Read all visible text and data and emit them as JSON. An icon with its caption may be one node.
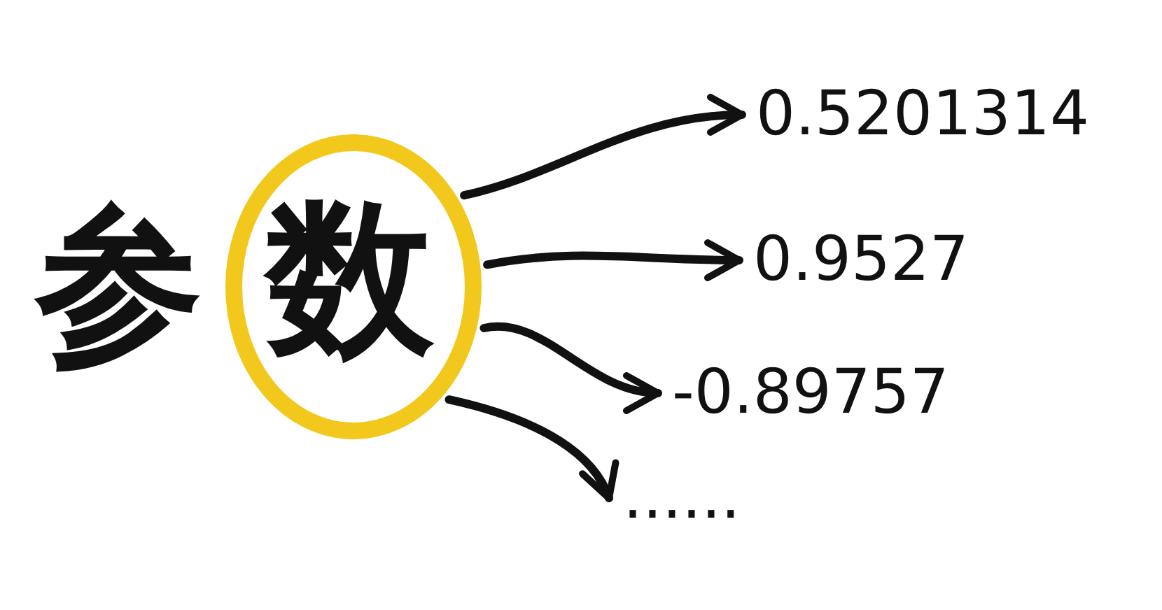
{
  "diagram": {
    "nodes": [
      {
        "text": [
          "数"
        ]
      },
      {
        "text": [
          "0.5201314"
        ]
      },
      {
        "text": [
          "0.9527"
        ]
      },
      {
        "text": [
          "-0.89757"
        ]
      },
      {
        "text": [
          "......"
        ]
      }
    ],
    "edges": [
      {
        "from": 0,
        "to": 1,
        "arrow": "to"
      },
      {
        "from": 0,
        "to": 2,
        "arrow": "to"
      },
      {
        "from": 0,
        "to": 3,
        "arrow": "to"
      },
      {
        "from": 0,
        "to": 4,
        "arrow": "to"
      }
    ],
    "labels": [
      "参"
    ]
  }
}
